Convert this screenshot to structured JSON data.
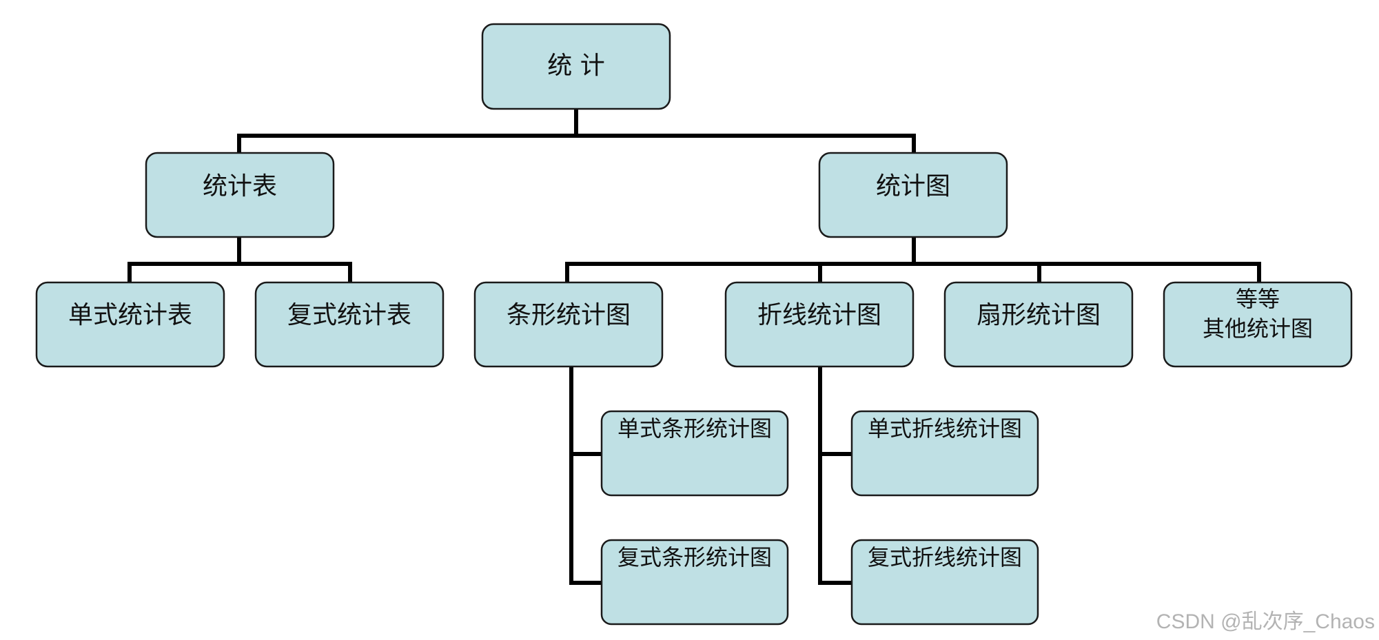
{
  "root": {
    "label": "统  计"
  },
  "statistical_tables": {
    "label": "统计表",
    "children": [
      {
        "label": "单式统计表"
      },
      {
        "label": "复式统计表"
      }
    ]
  },
  "statistical_charts": {
    "label": "统计图",
    "children": [
      {
        "label": "条形统计图",
        "children": [
          {
            "label": "单式条形统计图"
          },
          {
            "label": "复式条形统计图"
          }
        ]
      },
      {
        "label": "折线统计图",
        "children": [
          {
            "label": "单式折线统计图"
          },
          {
            "label": "复式折线统计图"
          }
        ]
      },
      {
        "label": "扇形统计图"
      },
      {
        "label_lines": [
          "等等",
          "其他统计图"
        ]
      }
    ]
  },
  "watermark": "CSDN @乱次序_Chaos"
}
